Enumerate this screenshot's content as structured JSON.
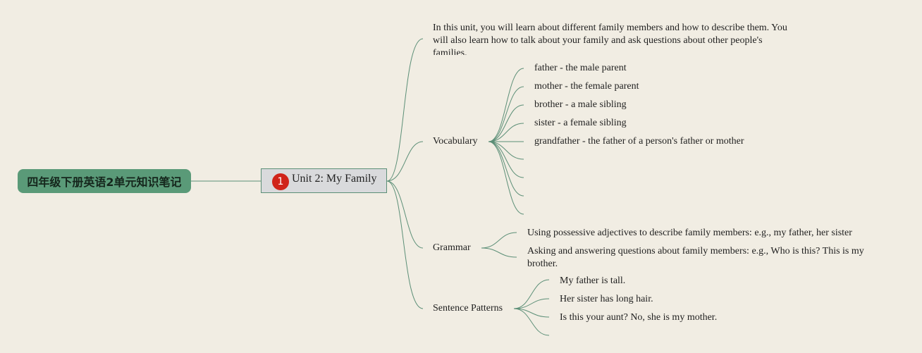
{
  "root": {
    "label": "四年级下册英语2单元知识笔记"
  },
  "unit": {
    "badge": "1",
    "title": "Unit 2: My Family"
  },
  "intro": {
    "text": "In this unit, you will learn about different family members and how to describe them. You will also learn how to talk about your family and ask questions about other people's families."
  },
  "vocabulary": {
    "label": "Vocabulary",
    "items": [
      "father - the male parent",
      "mother - the female parent",
      "brother - a male sibling",
      "sister - a female sibling",
      "grandfather - the father of a person's father or mother",
      "",
      "",
      "",
      ""
    ]
  },
  "grammar": {
    "label": "Grammar",
    "items": [
      "Using possessive adjectives to describe family members: e.g., my father, her sister",
      "Asking and answering questions about family members: e.g., Who is this? This is my brother."
    ]
  },
  "sentence_patterns": {
    "label": "Sentence Patterns",
    "items": [
      "My father is tall.",
      "Her sister has long hair.",
      "Is this your aunt? No, she is my mother.",
      ""
    ]
  },
  "colors": {
    "line": "#5c8f77",
    "root_fill": "#5a9a78",
    "unit_fill": "#d9dadc",
    "badge": "#d0241a",
    "background": "#f1ede3"
  }
}
